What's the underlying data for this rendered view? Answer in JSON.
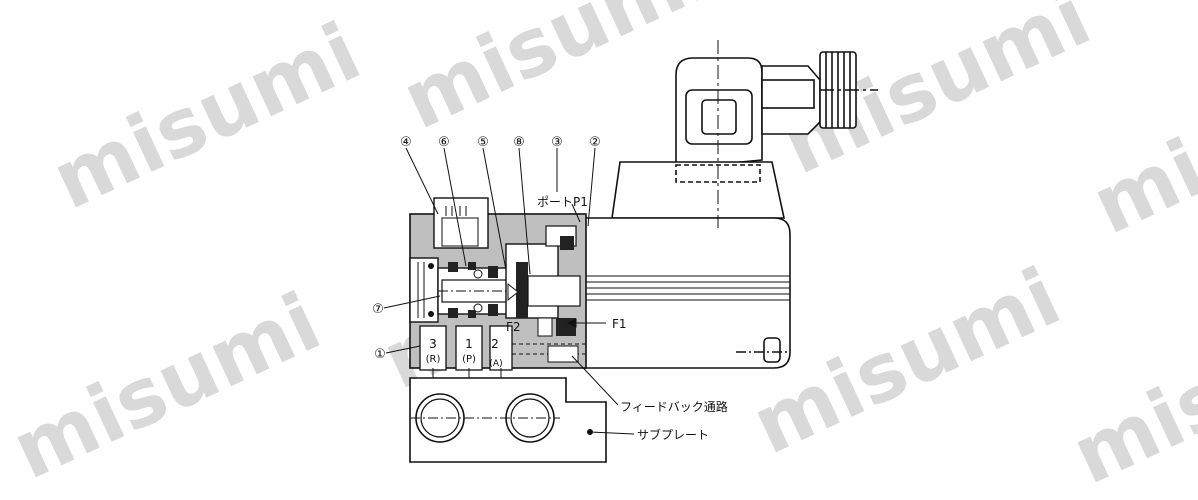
{
  "watermark": {
    "text": "misumi",
    "color": "#d9d9d9"
  },
  "part_numbers": [
    "④",
    "⑥",
    "⑤",
    "⑧",
    "③",
    "②",
    "⑦",
    "①"
  ],
  "labels": {
    "port_p1": "ポートP1",
    "f1": "F1",
    "f2": "F2",
    "feedback_passage": "フィードバック通路",
    "subplate": "サブプレート"
  },
  "ports": [
    {
      "number": "3",
      "name": "(R)"
    },
    {
      "number": "1",
      "name": "(P)"
    },
    {
      "number": "2",
      "name": "(A)"
    }
  ],
  "colors": {
    "body": "#bfbfbf",
    "line": "#111111",
    "dark": "#222222"
  }
}
